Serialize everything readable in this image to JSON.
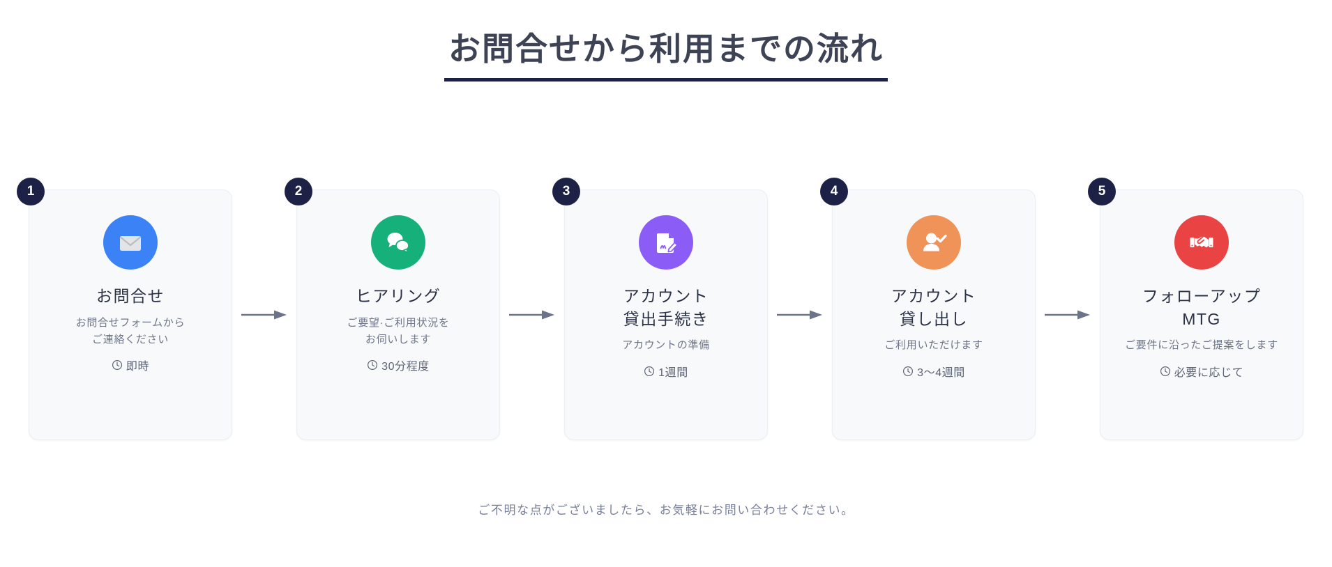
{
  "header": {
    "title": "お問合せから利用までの流れ",
    "underline_color": "#1d2146",
    "title_color": "#3d4354"
  },
  "flow": {
    "arrow_icon": "arrow-right-icon",
    "arrow_color": "#6b7488",
    "clock_icon": "clock-icon",
    "badge_color": "#1d2146",
    "card_bg": "#f7f9fb",
    "card_border": "#eaeff5",
    "steps": [
      {
        "number": "1",
        "icon": "envelope-icon",
        "icon_color": "#3b82f6",
        "title": "お問合せ",
        "desc_line1": "お問合せフォームから",
        "desc_line2": "ご連絡ください",
        "time": "即時"
      },
      {
        "number": "2",
        "icon": "speech-bubbles-icon",
        "icon_color": "#16b07a",
        "title": "ヒアリング",
        "desc_line1": "ご要望·ご利用状況を",
        "desc_line2": "お伺いします",
        "time": "30分程度"
      },
      {
        "number": "3",
        "icon": "document-pen-icon",
        "icon_color": "#8b5cf6",
        "title_line1": "アカウント",
        "title_line2": "貸出手続き",
        "desc_line1": "アカウントの準備",
        "desc_line2": "",
        "time": "1週間"
      },
      {
        "number": "4",
        "icon": "user-check-icon",
        "icon_color": "#ef9358",
        "title_line1": "アカウント",
        "title_line2": "貸し出し",
        "desc_line1": "ご利用いただけます",
        "desc_line2": "",
        "time": "3〜4週間"
      },
      {
        "number": "5",
        "icon": "handshake-icon",
        "icon_color": "#ea4343",
        "title_line1": "フォローアップ",
        "title_line2": "MTG",
        "desc_line1": "ご要件に沿ったご提案をします",
        "desc_line2": "",
        "time": "必要に応じて"
      }
    ]
  },
  "footer": {
    "note": "ご不明な点がございましたら、お気軽にお問い合わせください。"
  }
}
